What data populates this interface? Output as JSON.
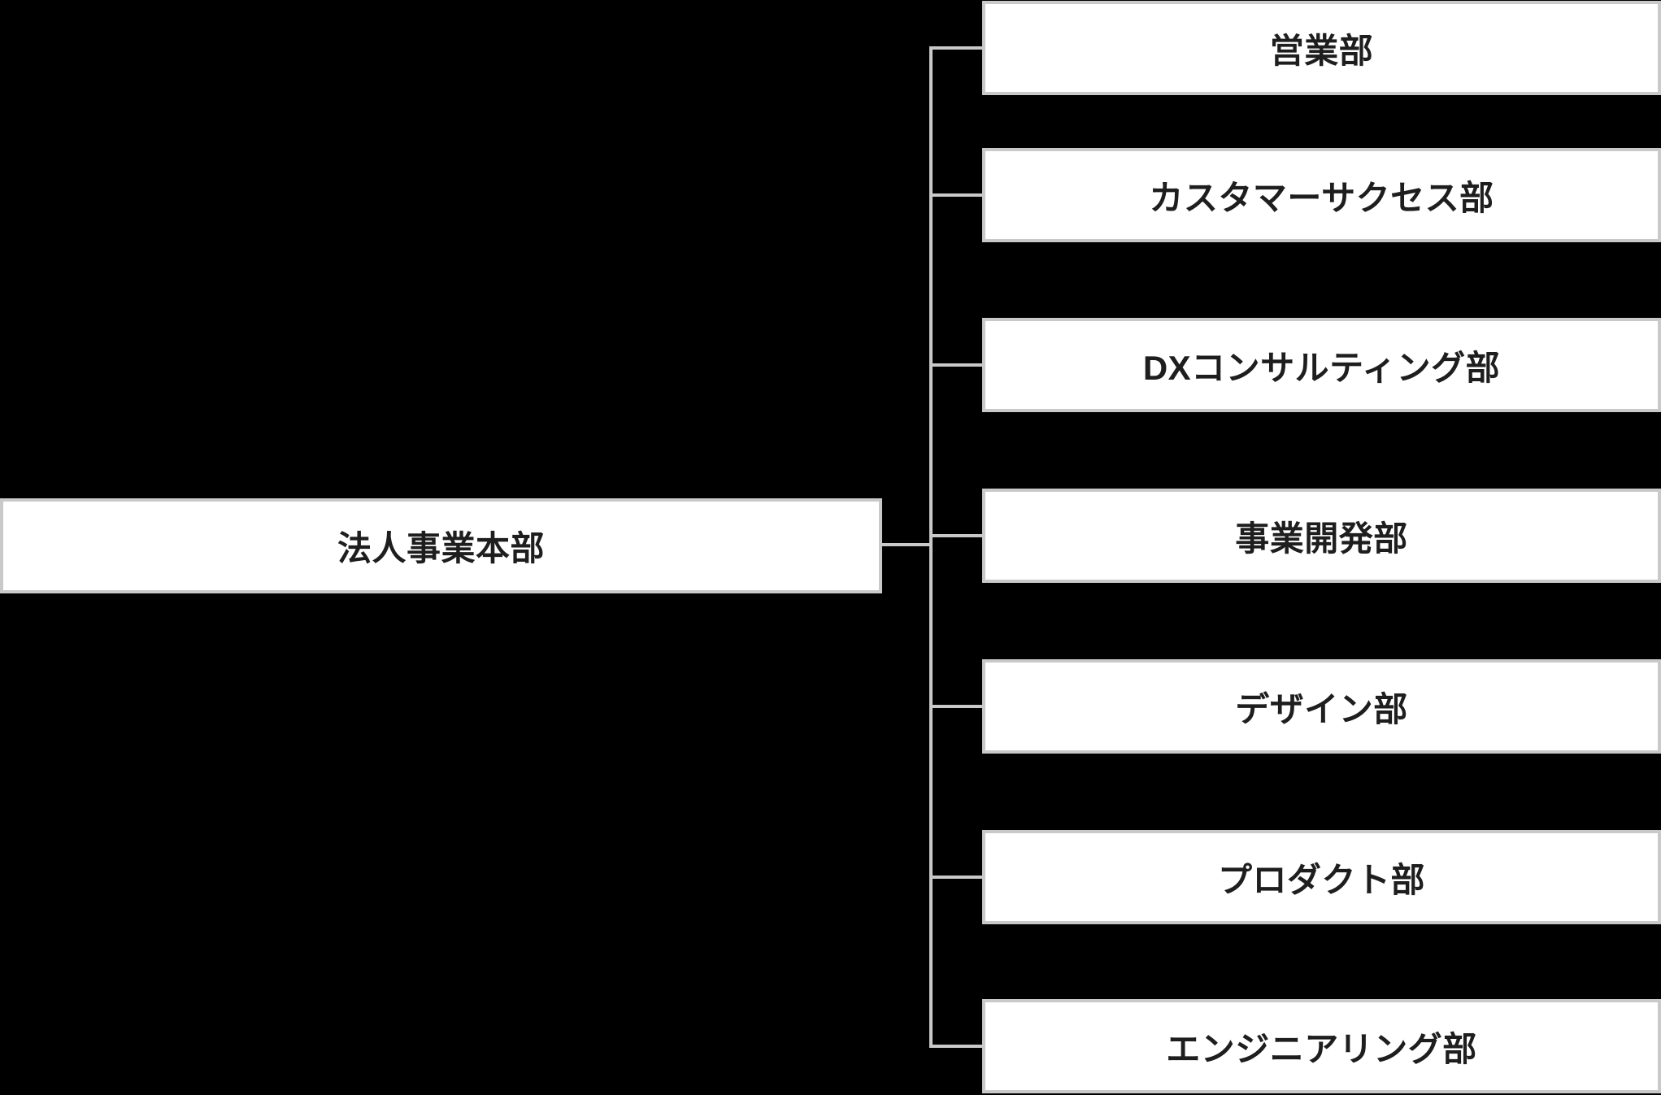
{
  "diagram": {
    "title": "organization-chart",
    "root": {
      "label": "法人事業本部"
    },
    "departments": [
      {
        "label": "営業部"
      },
      {
        "label": "カスタマーサクセス部"
      },
      {
        "label": "DXコンサルティング部"
      },
      {
        "label": "事業開発部"
      },
      {
        "label": "デザイン部"
      },
      {
        "label": "プロダクト部"
      },
      {
        "label": "エンジニアリング部"
      }
    ],
    "colors": {
      "background": "#000000",
      "box_fill": "#ffffff",
      "box_border": "#c9c9c9",
      "connector": "#c9c9c9",
      "text": "#1e1e1e"
    }
  }
}
